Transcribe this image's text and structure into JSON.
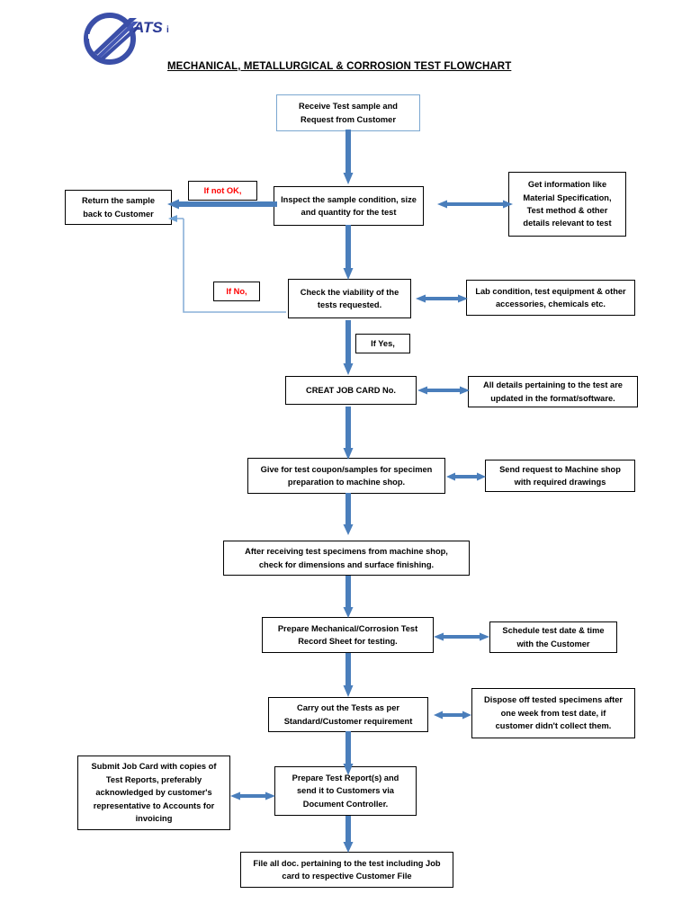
{
  "document": {
    "title": "MECHANICAL, METALLURGICAL & CORROSION TEST FLOWCHART",
    "logo_text": "ATS"
  },
  "colors": {
    "arrow_blue": "#4a7ebb",
    "thin_line_blue": "#8ab0d8",
    "box_border": "#000000",
    "first_box_border": "#7ba7d0",
    "label_red": "#ff0000",
    "logo_blue": "#3b4fa8"
  },
  "chart_data": {
    "type": "diagram",
    "title": "MECHANICAL, METALLURGICAL & CORROSION TEST FLOWCHART",
    "nodes": [
      {
        "id": "n1",
        "label": "Receive Test sample and Request from Customer",
        "lines": [
          "Receive Test sample and",
          "Request from Customer"
        ]
      },
      {
        "id": "n2",
        "label": "Inspect the sample condition, size and quantity for the test",
        "lines": [
          "Inspect the sample condition, size",
          "and quantity for the test"
        ]
      },
      {
        "id": "n3",
        "label": "Return the sample back to Customer",
        "lines": [
          "Return the sample",
          "back to Customer"
        ]
      },
      {
        "id": "n4",
        "label": "Get information like Material Specification, Test method & other details relevant to test",
        "lines": [
          "Get information like",
          "Material Specification,",
          "Test method & other",
          "details relevant to test"
        ]
      },
      {
        "id": "n5",
        "label": "Check the viability of the tests requested.",
        "lines": [
          "Check the viability of the",
          "tests requested."
        ]
      },
      {
        "id": "n6",
        "label": "Lab condition, test equipment & other accessories, chemicals etc.",
        "lines": [
          "Lab condition, test equipment & other",
          "accessories, chemicals etc."
        ]
      },
      {
        "id": "n7",
        "label": "CREAT JOB CARD No.",
        "lines": [
          "CREAT JOB CARD No."
        ]
      },
      {
        "id": "n8",
        "label": "All details pertaining to the test are updated in the format/software.",
        "lines": [
          "All details pertaining to the test are",
          "updated in the format/software."
        ]
      },
      {
        "id": "n9",
        "label": "Give for test coupon/samples for specimen preparation to machine shop.",
        "lines": [
          "Give for test coupon/samples for specimen",
          "preparation to machine shop."
        ]
      },
      {
        "id": "n10",
        "label": "Send request to Machine shop with required drawings",
        "lines": [
          "Send request to Machine shop",
          "with required drawings"
        ]
      },
      {
        "id": "n11",
        "label": "After receiving test specimens from machine shop, check for dimensions and surface finishing.",
        "lines": [
          "After receiving test specimens from machine shop,",
          "check for dimensions and surface finishing."
        ]
      },
      {
        "id": "n12",
        "label": "Prepare Mechanical/Corrosion Test Record Sheet for testing.",
        "lines": [
          "Prepare Mechanical/Corrosion Test",
          "Record Sheet for testing."
        ]
      },
      {
        "id": "n13",
        "label": "Schedule test date & time with the Customer",
        "lines": [
          "Schedule test date & time",
          "with the Customer"
        ]
      },
      {
        "id": "n14",
        "label": "Carry out the Tests as per Standard/Customer requirement",
        "lines": [
          "Carry out the Tests as per",
          "Standard/Customer requirement"
        ]
      },
      {
        "id": "n15",
        "label": "Dispose off tested specimens after one week from test date, if customer didn't collect them.",
        "lines": [
          "Dispose off tested specimens after",
          "one week from test date, if",
          "customer didn't collect them."
        ]
      },
      {
        "id": "n16",
        "label": "Submit Job Card with copies of Test Reports, preferably acknowledged by customer's representative to Accounts for invoicing",
        "lines": [
          "Submit Job Card with copies of",
          "Test Reports, preferably",
          "acknowledged by customer's",
          "representative to Accounts for",
          "invoicing"
        ]
      },
      {
        "id": "n17",
        "label": "Prepare Test Report(s) and send it to Customers via Document Controller.",
        "lines": [
          "Prepare Test Report(s) and",
          "send it to Customers via",
          "Document Controller."
        ]
      },
      {
        "id": "n18",
        "label": "File all doc. pertaining to the test including Job card to  respective Customer File",
        "lines": [
          "File all doc. pertaining to the test including Job",
          "card to  respective Customer File"
        ]
      }
    ],
    "labels": [
      {
        "id": "l1",
        "text": "If not OK,",
        "color": "#ff0000"
      },
      {
        "id": "l2",
        "text": "If No,",
        "color": "#ff0000"
      },
      {
        "id": "l3",
        "text": "If Yes,",
        "color": "#000000"
      }
    ],
    "edges": [
      {
        "from": "n1",
        "to": "n2",
        "style": "down"
      },
      {
        "from": "n2",
        "to": "n3",
        "style": "left",
        "label": "If not OK,"
      },
      {
        "from": "n2",
        "to": "n4",
        "style": "bidirectional"
      },
      {
        "from": "n2",
        "to": "n5",
        "style": "down"
      },
      {
        "from": "n5",
        "to": "n6",
        "style": "bidirectional"
      },
      {
        "from": "n5",
        "to": "n3",
        "style": "loop-left-up",
        "label": "If No,"
      },
      {
        "from": "n5",
        "to": "n7",
        "style": "down",
        "label": "If Yes,"
      },
      {
        "from": "n7",
        "to": "n8",
        "style": "bidirectional"
      },
      {
        "from": "n7",
        "to": "n9",
        "style": "down"
      },
      {
        "from": "n9",
        "to": "n10",
        "style": "bidirectional"
      },
      {
        "from": "n9",
        "to": "n11",
        "style": "down"
      },
      {
        "from": "n11",
        "to": "n12",
        "style": "down"
      },
      {
        "from": "n12",
        "to": "n13",
        "style": "bidirectional"
      },
      {
        "from": "n12",
        "to": "n14",
        "style": "down"
      },
      {
        "from": "n14",
        "to": "n15",
        "style": "bidirectional"
      },
      {
        "from": "n14",
        "to": "n17",
        "style": "down"
      },
      {
        "from": "n17",
        "to": "n16",
        "style": "bidirectional"
      },
      {
        "from": "n17",
        "to": "n18",
        "style": "down"
      }
    ]
  }
}
